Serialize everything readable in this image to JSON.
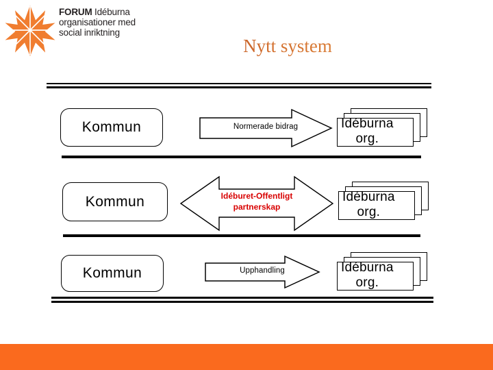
{
  "slide": {
    "title": "Nytt system",
    "title_color": "#c05a28",
    "background": "#ffffff",
    "accent_color": "#fa6a1e"
  },
  "logo": {
    "icon": "eight-pointed-star-icon",
    "star_color": "#f07d30",
    "line1_strong": "FORUM",
    "line1_rest": " Idéburna",
    "line2": "organisationer med",
    "line3": "social inriktning"
  },
  "diagram": {
    "rows": [
      {
        "source": "Kommun",
        "relation": "Normerade bidrag",
        "relation_color": "#000000",
        "arrow_type": "single-right",
        "target": "Idéburna org.",
        "target_line1": "Idéburna",
        "target_line2": "org."
      },
      {
        "source": "Kommun",
        "relation_line1": "Idéburet-Offentligt",
        "relation_line2": "partnerskap",
        "relation_color": "#d80000",
        "arrow_type": "double-headed",
        "target": "Idéburna org.",
        "target_line1": "Idéburna",
        "target_line2": "org."
      },
      {
        "source": "Kommun",
        "relation": "Upphandling",
        "relation_color": "#000000",
        "arrow_type": "single-right",
        "target": "Idéburna org.",
        "target_line1": "Idéburna",
        "target_line2": "org."
      }
    ]
  }
}
